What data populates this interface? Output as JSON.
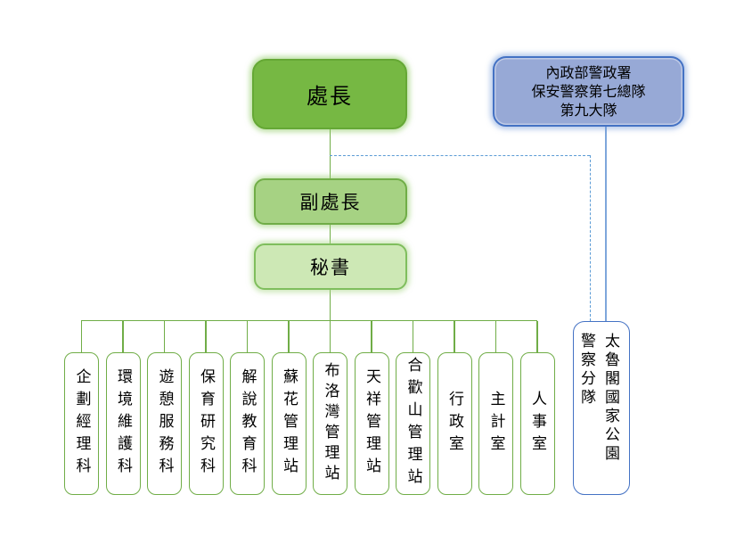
{
  "chart": {
    "type": "org-chart",
    "chief": "處長",
    "deputy": "副處長",
    "secretary": "秘書",
    "police_hq": {
      "lines": [
        "內政部警政署",
        "保安警察第七總隊",
        "第九大隊"
      ]
    },
    "departments": [
      {
        "label": "企劃經理科"
      },
      {
        "label": "環境維護科"
      },
      {
        "label": "遊憩服務科"
      },
      {
        "label": "保育研究科"
      },
      {
        "label": "解說教育科"
      },
      {
        "label": "蘇花管理站"
      },
      {
        "label": "布洛灣管理站"
      },
      {
        "label": "天祥管理站"
      },
      {
        "label": "合歡山管理站"
      },
      {
        "label": "行政室"
      },
      {
        "label": "主計室"
      },
      {
        "label": "人事室"
      }
    ],
    "police_squad": {
      "columns": [
        "太魯閣國家公園",
        "警察分隊"
      ]
    },
    "colors": {
      "chief_fill": "#76B843",
      "deputy_fill": "#A6D283",
      "secretary_fill": "#CDE8B5",
      "green_line": "#70AD47",
      "police_hq_fill": "#97A9D6",
      "blue_border": "#4472C4",
      "blue_dashed_line": "#5B9BD5",
      "blue_solid_line": "#7EA6DB"
    }
  }
}
